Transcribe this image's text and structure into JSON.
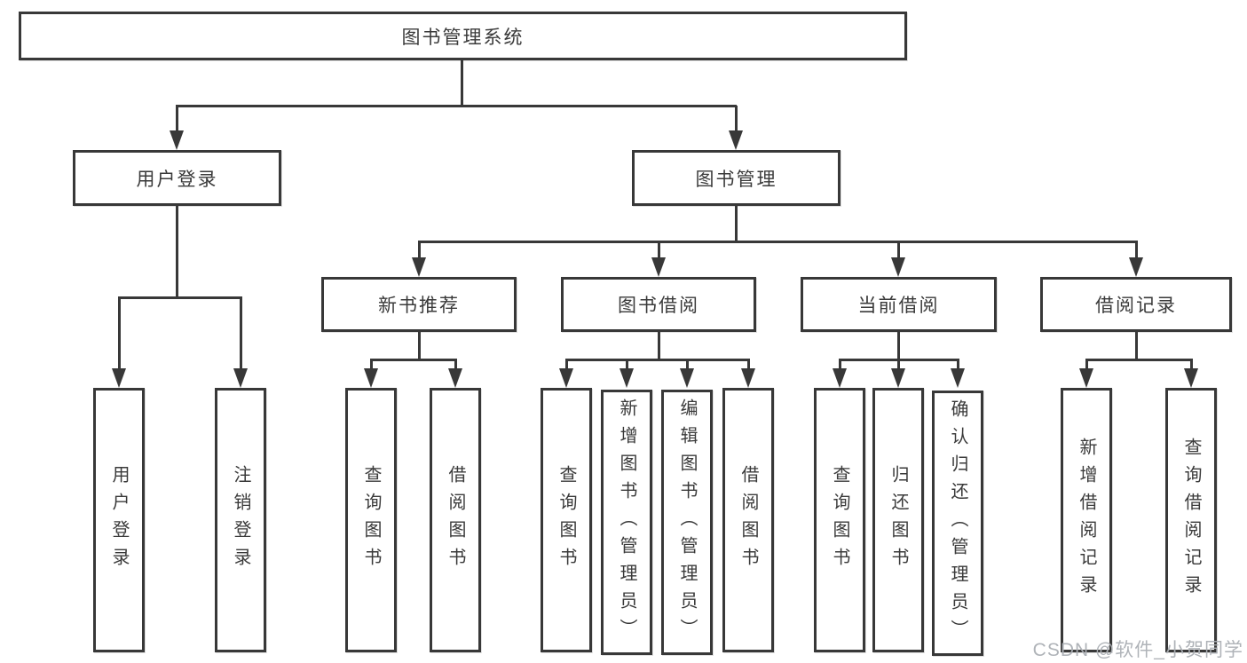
{
  "diagram": {
    "root": {
      "label": "图书管理系统"
    },
    "branches": {
      "user_login": {
        "label": "用户登录",
        "children": [
          "用户登录",
          "注销登录"
        ]
      },
      "book_mgmt": {
        "label": "图书管理"
      }
    },
    "modules": {
      "new_book": {
        "label": "新书推荐",
        "children": [
          "查询图书",
          "借阅图书"
        ]
      },
      "borrow": {
        "label": "图书借阅",
        "children": [
          "查询图书",
          "新增图书（管理员）",
          "编辑图书（管理员）",
          "借阅图书"
        ]
      },
      "current": {
        "label": "当前借阅",
        "children": [
          "查询图书",
          "归还图书",
          "确认归还（管理员）"
        ]
      },
      "records": {
        "label": "借阅记录",
        "children": [
          "新增借阅记录",
          "查询借阅记录"
        ]
      }
    }
  },
  "watermark": "CSDN @软件_小贺同学",
  "colors": {
    "line": "#383838",
    "text": "#3a3a3a",
    "watermark": "#abafb4"
  }
}
